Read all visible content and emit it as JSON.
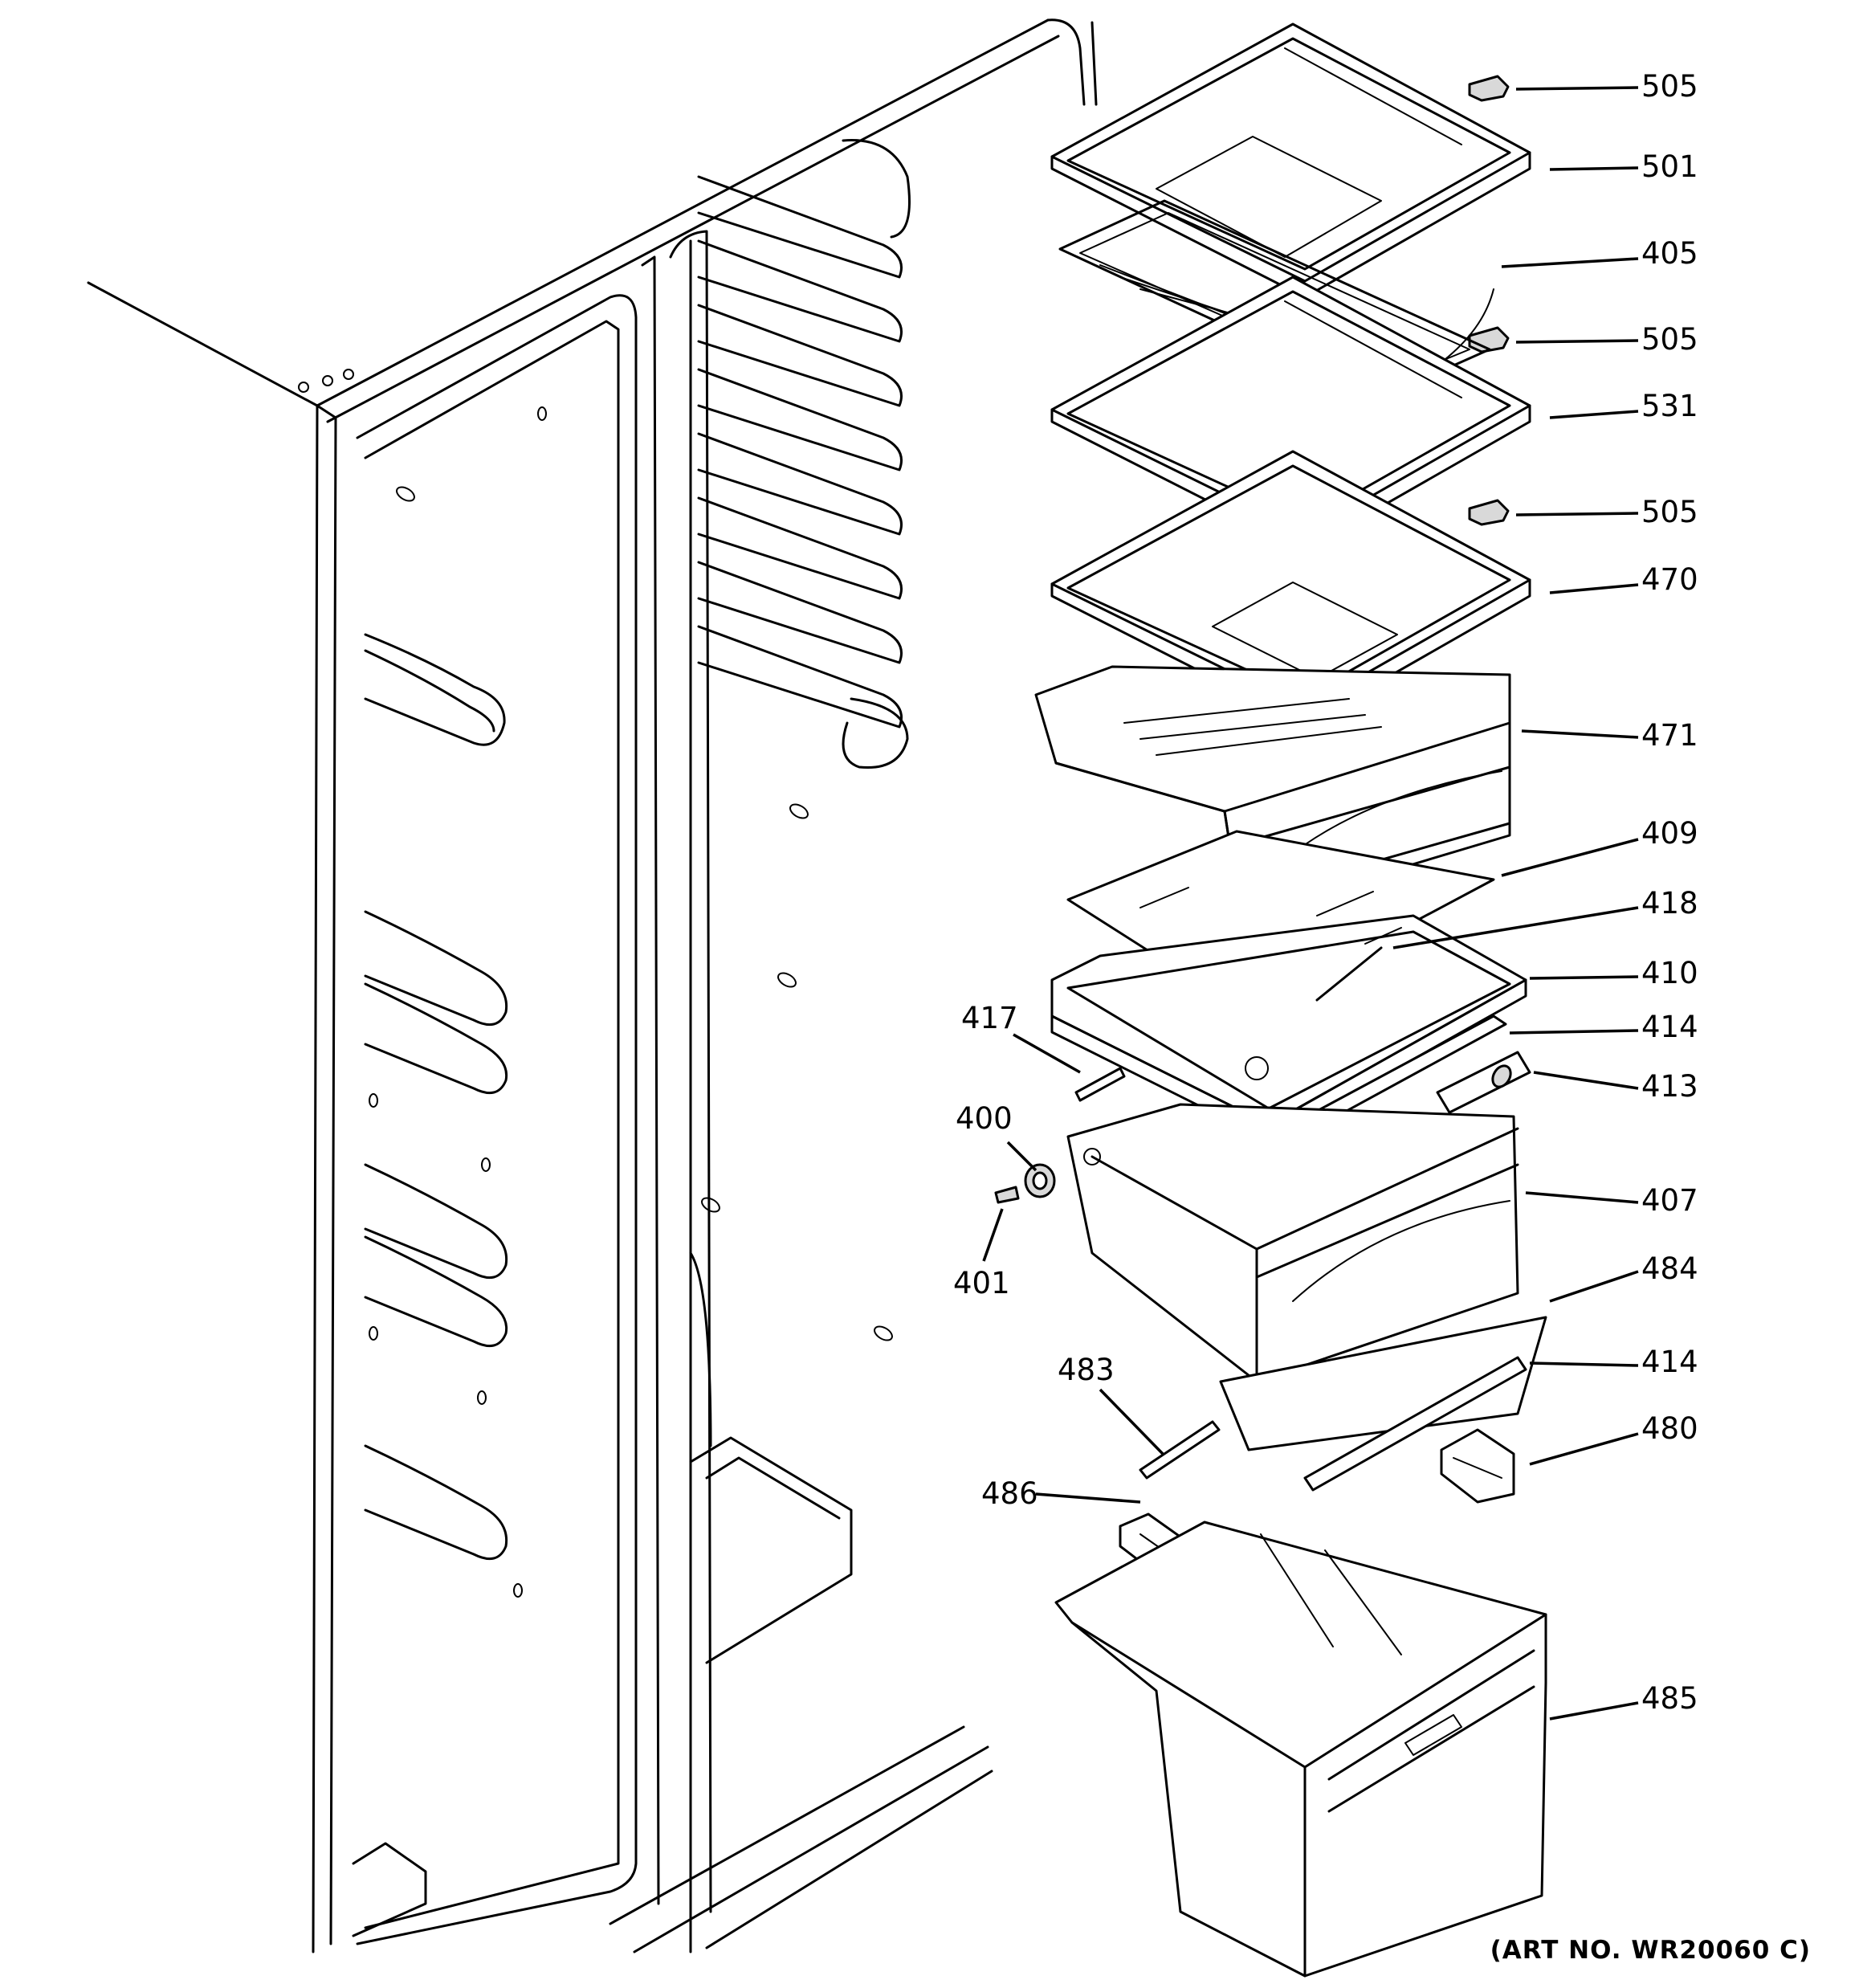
{
  "art_number": "(ART NO. WR20060 C)",
  "callouts": {
    "c505a": "505",
    "c501": "501",
    "c405": "405",
    "c505b": "505",
    "c531": "531",
    "c505c": "505",
    "c470": "470",
    "c471": "471",
    "c409": "409",
    "c418": "418",
    "c410": "410",
    "c414a": "414",
    "c413": "413",
    "c407": "407",
    "c484": "484",
    "c414b": "414",
    "c480": "480",
    "c485": "485",
    "c417": "417",
    "c400": "400",
    "c401": "401",
    "c483": "483",
    "c486": "486"
  }
}
